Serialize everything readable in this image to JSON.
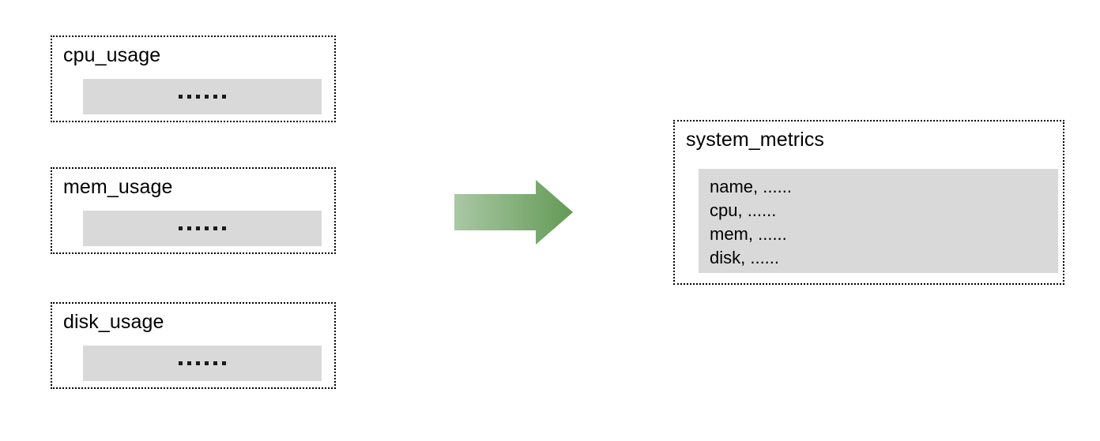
{
  "diagram": {
    "type": "data-flow-merge",
    "background_color": "#ffffff",
    "sources": [
      {
        "id": "cpu_usage",
        "title": "cpu_usage",
        "body_placeholder": "......",
        "body_fill": "#d9d9d9",
        "border_style": "dotted"
      },
      {
        "id": "mem_usage",
        "title": "mem_usage",
        "body_placeholder": "......",
        "body_fill": "#d9d9d9",
        "border_style": "dotted"
      },
      {
        "id": "disk_usage",
        "title": "disk_usage",
        "body_placeholder": "......",
        "body_fill": "#d9d9d9",
        "border_style": "dotted"
      }
    ],
    "arrow": {
      "name": "transform-arrow",
      "direction": "right",
      "gradient_from": "#a9c8a4",
      "gradient_to": "#639a55"
    },
    "target": {
      "id": "system_metrics",
      "title": "system_metrics",
      "body_fill": "#d9d9d9",
      "border_style": "dotted",
      "fields": [
        "name, ......",
        "cpu, ......",
        "mem, ......",
        "disk, ......"
      ]
    }
  }
}
